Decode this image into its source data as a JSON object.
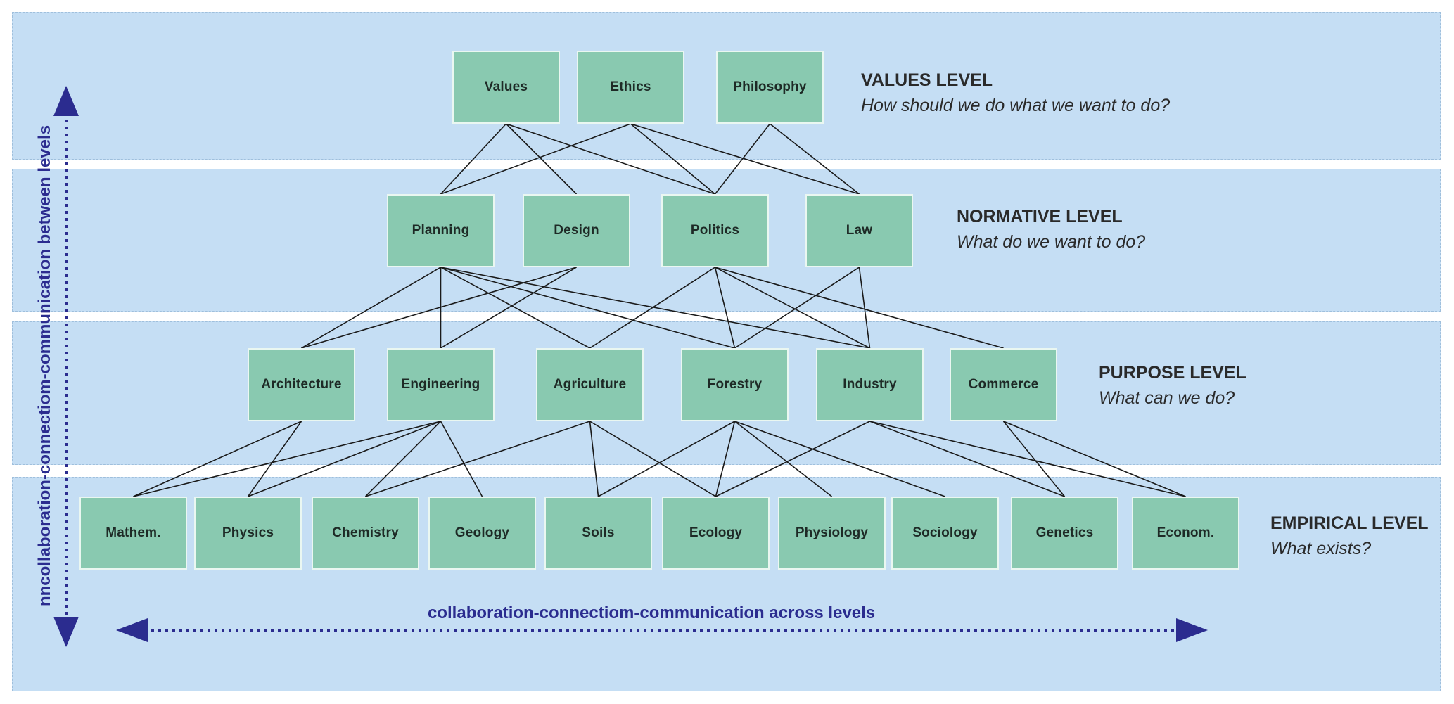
{
  "levels": {
    "values": {
      "title": "VALUES LEVEL",
      "question": "How should we do what we want to do?"
    },
    "normative": {
      "title": "NORMATIVE LEVEL",
      "question": "What do we want to do?"
    },
    "purpose": {
      "title": "PURPOSE LEVEL",
      "question": "What can we do?"
    },
    "empirical": {
      "title": "EMPIRICAL LEVEL",
      "question": "What exists?"
    }
  },
  "nodes": {
    "values": [
      "Values",
      "Ethics",
      "Philosophy"
    ],
    "normative": [
      "Planning",
      "Design",
      "Politics",
      "Law"
    ],
    "purpose": [
      "Architecture",
      "Engineering",
      "Agriculture",
      "Forestry",
      "Industry",
      "Commerce"
    ],
    "empirical": [
      "Mathem.",
      "Physics",
      "Chemistry",
      "Geology",
      "Soils",
      "Ecology",
      "Physiology",
      "Sociology",
      "Genetics",
      "Econom."
    ]
  },
  "connections": [
    [
      "Values",
      "Planning"
    ],
    [
      "Values",
      "Design"
    ],
    [
      "Values",
      "Politics"
    ],
    [
      "Ethics",
      "Planning"
    ],
    [
      "Ethics",
      "Politics"
    ],
    [
      "Ethics",
      "Law"
    ],
    [
      "Philosophy",
      "Politics"
    ],
    [
      "Philosophy",
      "Law"
    ],
    [
      "Planning",
      "Architecture"
    ],
    [
      "Planning",
      "Engineering"
    ],
    [
      "Planning",
      "Agriculture"
    ],
    [
      "Planning",
      "Forestry"
    ],
    [
      "Planning",
      "Industry"
    ],
    [
      "Design",
      "Architecture"
    ],
    [
      "Design",
      "Engineering"
    ],
    [
      "Politics",
      "Agriculture"
    ],
    [
      "Politics",
      "Forestry"
    ],
    [
      "Politics",
      "Industry"
    ],
    [
      "Politics",
      "Commerce"
    ],
    [
      "Law",
      "Forestry"
    ],
    [
      "Law",
      "Industry"
    ],
    [
      "Architecture",
      "Mathem."
    ],
    [
      "Architecture",
      "Physics"
    ],
    [
      "Engineering",
      "Mathem."
    ],
    [
      "Engineering",
      "Physics"
    ],
    [
      "Engineering",
      "Chemistry"
    ],
    [
      "Engineering",
      "Geology"
    ],
    [
      "Agriculture",
      "Chemistry"
    ],
    [
      "Agriculture",
      "Soils"
    ],
    [
      "Agriculture",
      "Ecology"
    ],
    [
      "Forestry",
      "Soils"
    ],
    [
      "Forestry",
      "Ecology"
    ],
    [
      "Forestry",
      "Physiology"
    ],
    [
      "Forestry",
      "Sociology"
    ],
    [
      "Industry",
      "Ecology"
    ],
    [
      "Industry",
      "Genetics"
    ],
    [
      "Industry",
      "Econom."
    ],
    [
      "Commerce",
      "Genetics"
    ],
    [
      "Commerce",
      "Econom."
    ]
  ],
  "captions": {
    "horizontal": "collaboration-connectiom-communication across levels",
    "vertical": "nncollaboration-connectiom-communication between levels"
  },
  "colors": {
    "band": "#c5def4",
    "node": "#89c9b0",
    "arrow": "#2b2c8f",
    "line": "#1a1a1a"
  }
}
